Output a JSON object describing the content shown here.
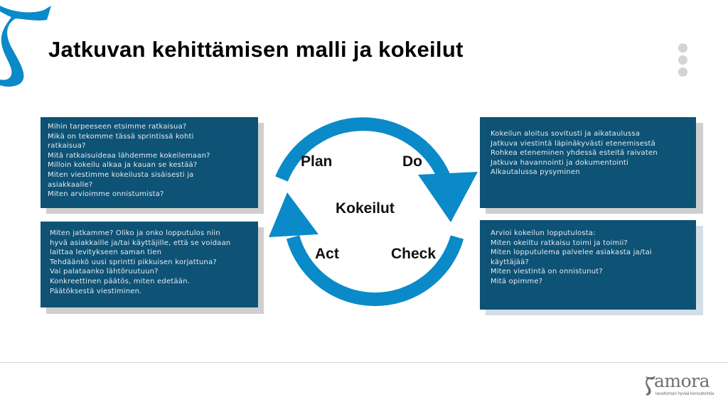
{
  "slide": {
    "title": "Jatkuvan kehittämisen malli ja kokeilut",
    "accent_color": "#0a8ac8",
    "box_color": "#0e5275"
  },
  "cycle": {
    "center": "Kokeilut",
    "plan": "Plan",
    "do": "Do",
    "check": "Check",
    "act": "Act"
  },
  "boxes": {
    "plan": [
      "Mihin tarpeeseen etsimme ratkaisua?",
      "Mikä on tekomme tässä sprintissä kohti",
      "ratkaisua?",
      "Mitä ratkaisuideaa lähdemme kokeilemaan?",
      "Milloin kokeilu alkaa ja kauan se kestää?",
      "Miten viestimme kokeilusta sisäisesti ja",
      "asiakkaalle?",
      "Miten arvioimme onnistumista?"
    ],
    "act": [
      "Miten jatkamme? Oliko ja onko lopputulos niin",
      "hyvä asiakkaille ja/tai käyttäjille, että se voidaan",
      "laittaa levitykseen saman tien",
      "Tehdäänkö uusi sprintti pikkuisen korjattuna?",
      "Vai palataanko lähtöruutuun?",
      "Konkreettinen päätös, miten edetään.",
      "Päätöksestä viestiminen."
    ],
    "do": [
      "Kokeilun aloitus sovitusti ja aikataulussa",
      "Jatkuva viestintä läpinäkyvästi etenemisestä",
      "Rohkea eteneminen yhdessä esteitä raivaten",
      "Jatkuva havannointi ja dokumentointi",
      "Alkautalussa pysyminen"
    ],
    "check": [
      "Arvioi kokeilun lopputulosta:",
      "Miten okeiltu ratkaisu toimi ja toimii?",
      "Miten lopputulema palvelee asiakasta ja/tai",
      "käyttäjää?",
      "Miten viestintä on onnistunut?",
      "Mitä opimme?"
    ]
  },
  "logo": {
    "word": "amora",
    "tagline": "tavattoman hyvää konsultointia"
  }
}
